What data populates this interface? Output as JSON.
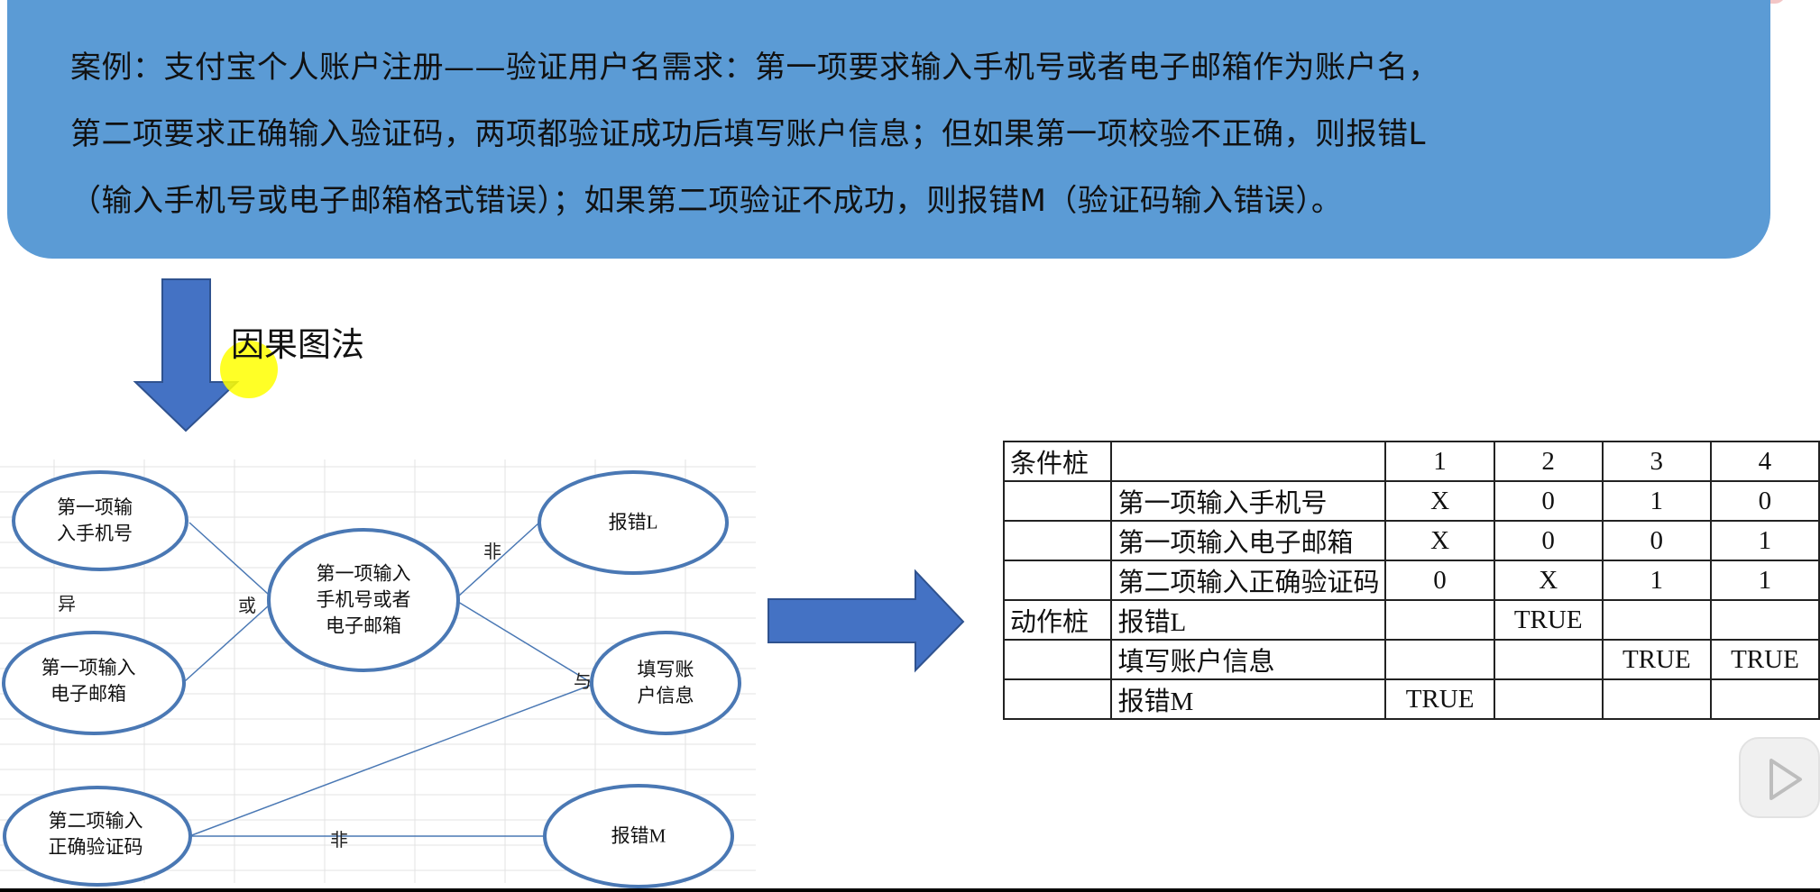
{
  "case_text": {
    "line1": "案例：支付宝个人账户注册——验证用户名需求：第一项要求输入手机号或者电子邮箱作为账户名，",
    "line2": "第二项要求正确输入验证码，两项都验证成功后填写账户信息；但如果第一项校验不正确，则报错L",
    "line3": "（输入手机号或电子邮箱格式错误）；如果第二项验证不成功，则报错M（验证码输入错误）。"
  },
  "method_label": "因果图法",
  "graph": {
    "nodes": {
      "c1": [
        "第一项输",
        "入手机号"
      ],
      "c2": [
        "第一项输入",
        "电子邮箱"
      ],
      "c3": [
        "第二项输入",
        "正确验证码"
      ],
      "mid": [
        "第一项输入",
        "手机号或者",
        "电子邮箱"
      ],
      "e1": [
        "报错L"
      ],
      "e2": [
        "填写账",
        "户信息"
      ],
      "e3": [
        "报错M"
      ]
    },
    "relations": {
      "exclusive": "异",
      "or": "或",
      "not_top": "非",
      "and": "与",
      "not_bottom": "非"
    }
  },
  "decision_table": {
    "header": [
      "条件桩",
      "",
      "1",
      "2",
      "3",
      "4"
    ],
    "rows": [
      [
        "",
        "第一项输入手机号",
        "X",
        "0",
        "1",
        "0"
      ],
      [
        "",
        "第一项输入电子邮箱",
        "X",
        "0",
        "0",
        "1"
      ],
      [
        "",
        "第二项输入正确验证码",
        "0",
        "X",
        "1",
        "1"
      ],
      [
        "动作桩",
        "报错L",
        "",
        "TRUE",
        "",
        ""
      ],
      [
        "",
        "填写账户信息",
        "",
        "",
        "TRUE",
        "TRUE"
      ],
      [
        "",
        "报错M",
        "TRUE",
        "",
        "",
        ""
      ]
    ]
  },
  "colors": {
    "banner": "#5b9bd5",
    "arrow": "#4472c4",
    "node_stroke": "#4a78b4",
    "highlight": "#ffff00"
  },
  "icons": {
    "play": "play-icon"
  }
}
